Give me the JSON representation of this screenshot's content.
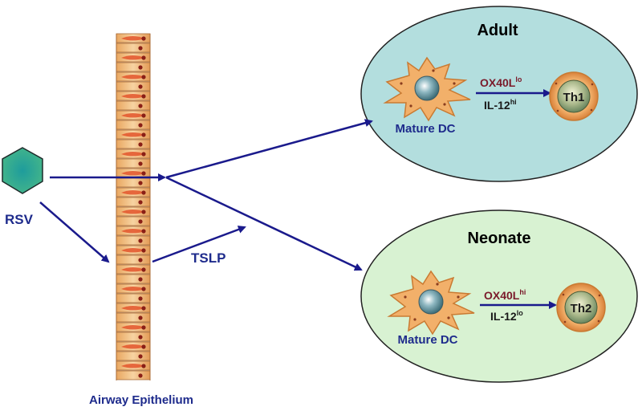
{
  "labels": {
    "rsv": "RSV",
    "tslp": "TSLP",
    "airway_epithelium": "Airway Epithelium"
  },
  "adult": {
    "title": "Adult",
    "dc_label": "Mature DC",
    "signal1_main": "OX40L",
    "signal1_sup": "lo",
    "signal2_main": "IL-12",
    "signal2_sup": "hi",
    "th_label": "Th1"
  },
  "neonate": {
    "title": "Neonate",
    "dc_label": "Mature DC",
    "signal1_main": "OX40L",
    "signal1_sup": "hi",
    "signal2_main": "IL-12",
    "signal2_sup": "lo",
    "th_label": "Th2"
  },
  "colors": {
    "arrow": "#1a1a8c",
    "adult_fill": "#b3dede",
    "neonate_fill": "#d8f2d2",
    "virus": "#2fa889",
    "dc": "#f2b06a",
    "signal_text": "#7a1a2a",
    "label_text": "#1e2b8c"
  }
}
